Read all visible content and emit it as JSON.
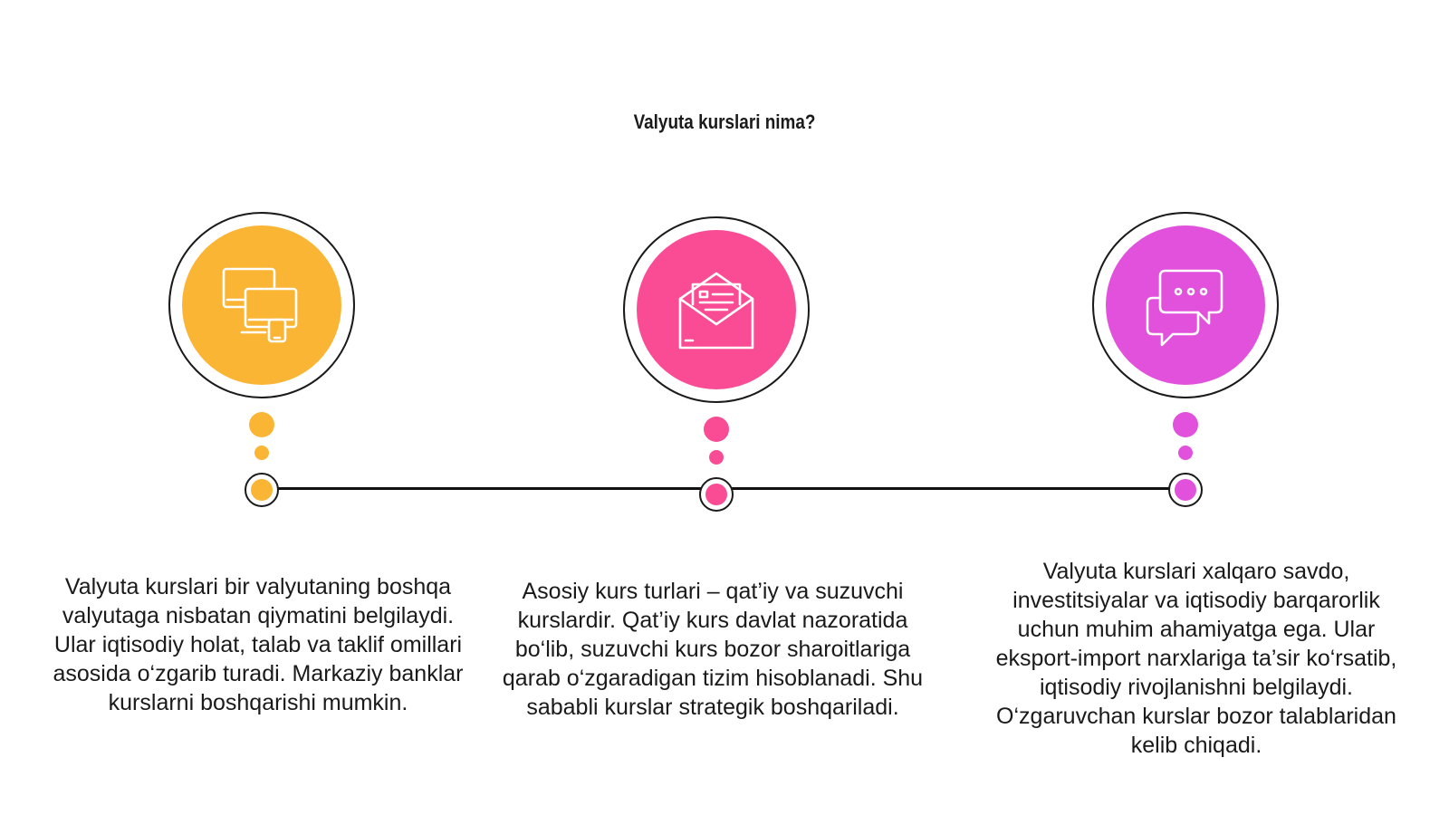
{
  "title": "Valyuta kurslari nima?",
  "colors": {
    "orange": "#FBB534",
    "pink": "#F94C94",
    "magenta": "#E151DC",
    "line": "#111111"
  },
  "steps": [
    {
      "icon": "devices-icon",
      "color": "#FBB534",
      "text": "Valyuta kurslari bir valyutaning boshqa valyutaga nisbatan qiymatini belgilaydi. Ular iqtisodiy holat, talab va taklif omillari asosida o‘zgarib turadi. Markaziy banklar kurslarni boshqarishi mumkin."
    },
    {
      "icon": "envelope-icon",
      "color": "#F94C94",
      "text": "Asosiy kurs turlari – qat’iy va suzuvchi kurslardir. Qat’iy kurs davlat nazoratida bo‘lib, suzuvchi kurs bozor sharoitlariga qarab o‘zgaradigan tizim hisoblanadi. Shu sababli kurslar strategik boshqariladi."
    },
    {
      "icon": "chat-bubbles-icon",
      "color": "#E151DC",
      "text": "Valyuta kurslari xalqaro savdo, investitsiyalar va iqtisodiy barqarorlik uchun muhim ahamiyatga ega. Ular eksport-import narxlariga ta’sir ko‘rsatib, iqtisodiy rivojlanishni belgilaydi. O‘zgaruvchan kurslar bozor talablaridan kelib chiqadi."
    }
  ]
}
